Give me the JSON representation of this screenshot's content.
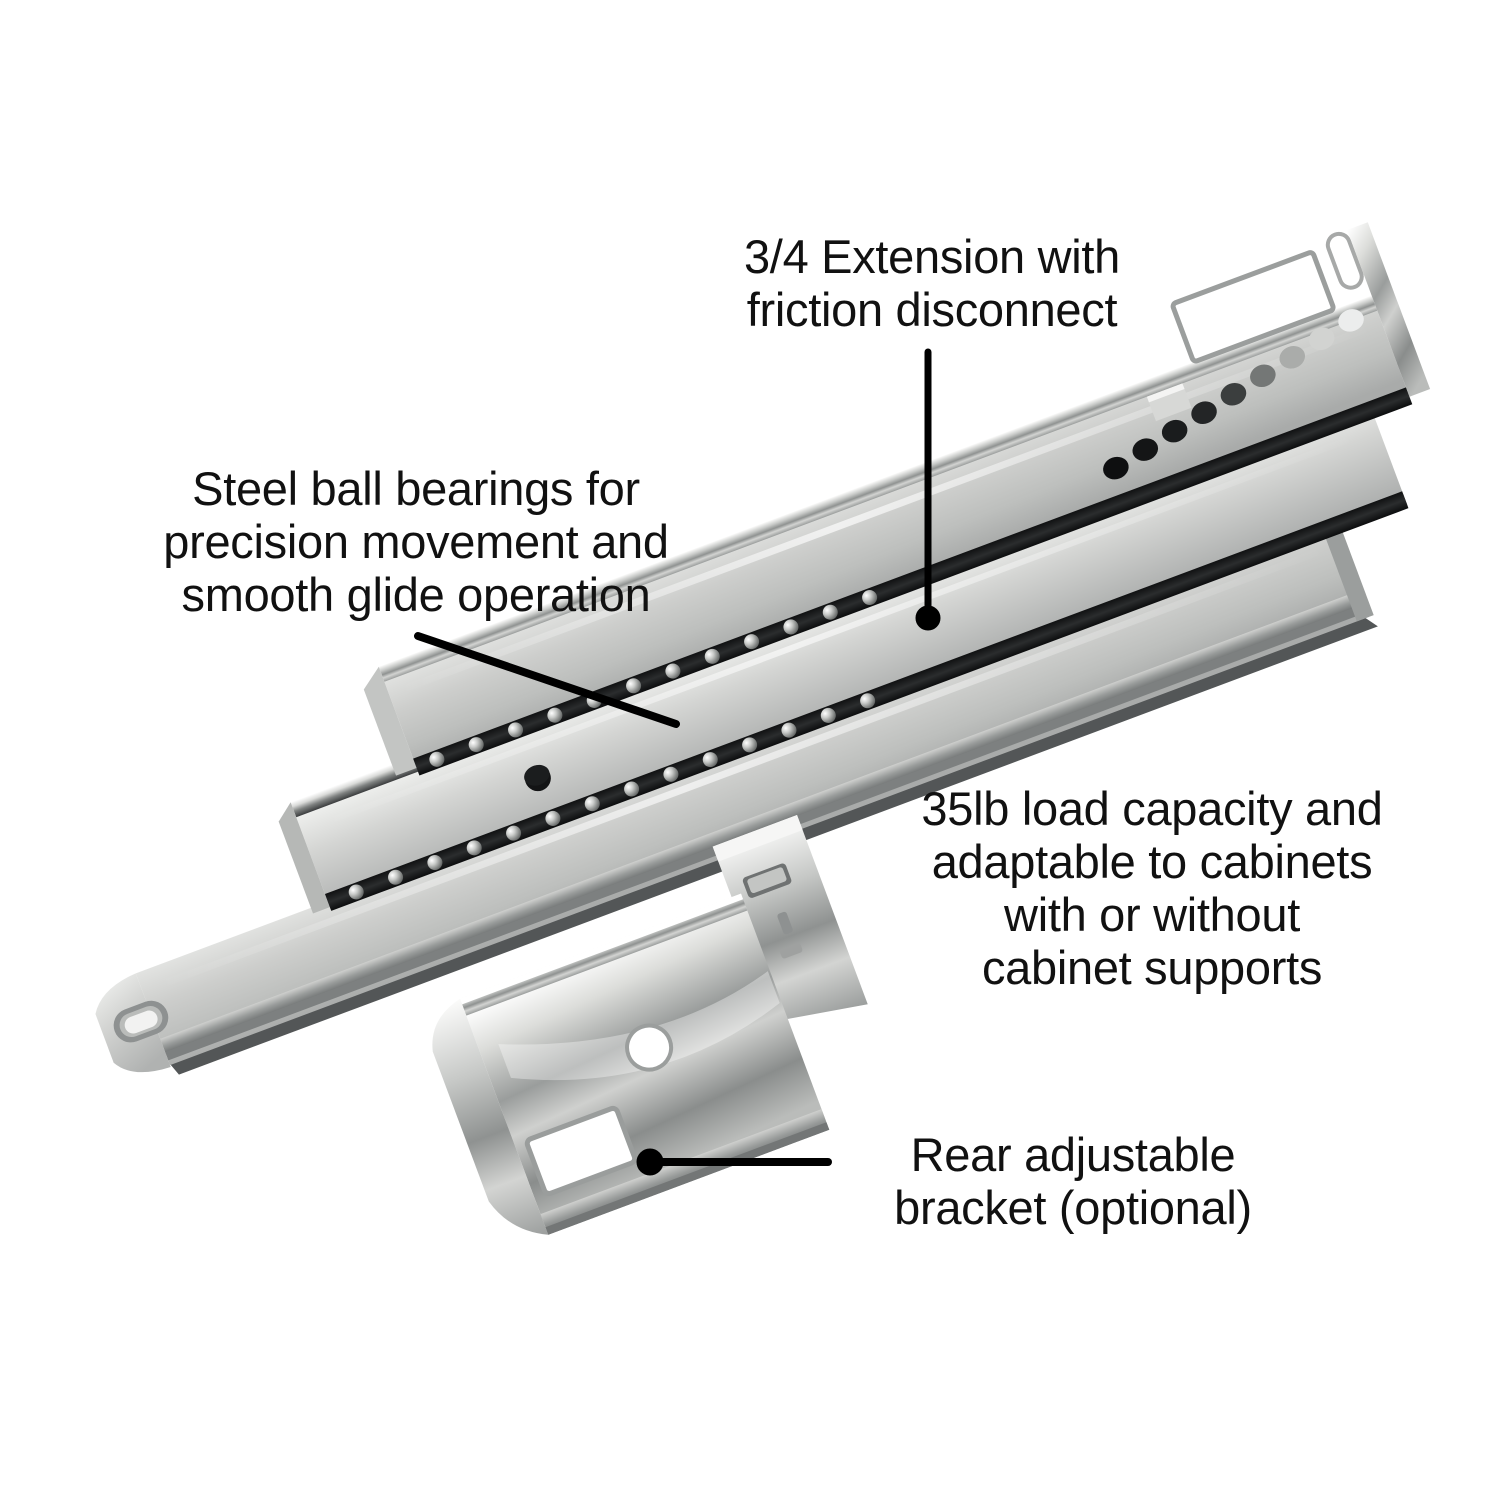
{
  "product": {
    "name": "ball-bearing drawer slide",
    "background_color": "#ffffff",
    "text_color": "#111111",
    "metal_light": "#e9eae8",
    "metal_mid": "#c9cac8",
    "metal_dark": "#6e7170",
    "metal_shadow": "#2f3132"
  },
  "callouts": [
    {
      "id": "extension",
      "text": "3/4 Extension with\nfriction disconnect",
      "leader": "vertical"
    },
    {
      "id": "bearings",
      "text": "Steel ball bearings for\nprecision movement and\nsmooth glide operation",
      "leader": "diagonal"
    },
    {
      "id": "capacity",
      "text": "35lb load capacity and\nadaptable to cabinets\nwith or without\ncabinet supports",
      "leader": "none"
    },
    {
      "id": "bracket",
      "text": "Rear adjustable\nbracket (optional)",
      "leader": "horizontal"
    }
  ],
  "parts": {
    "slide_label": "telescoping drawer slide",
    "bracket_label": "rear adjustable bracket",
    "ball_bearing_count": 26,
    "hole_row_count": 9,
    "mounting_hole_label": "mounting hole",
    "oval_slot_label": "oval adjustment slot",
    "rect_slot_label": "rectangular cutout"
  }
}
